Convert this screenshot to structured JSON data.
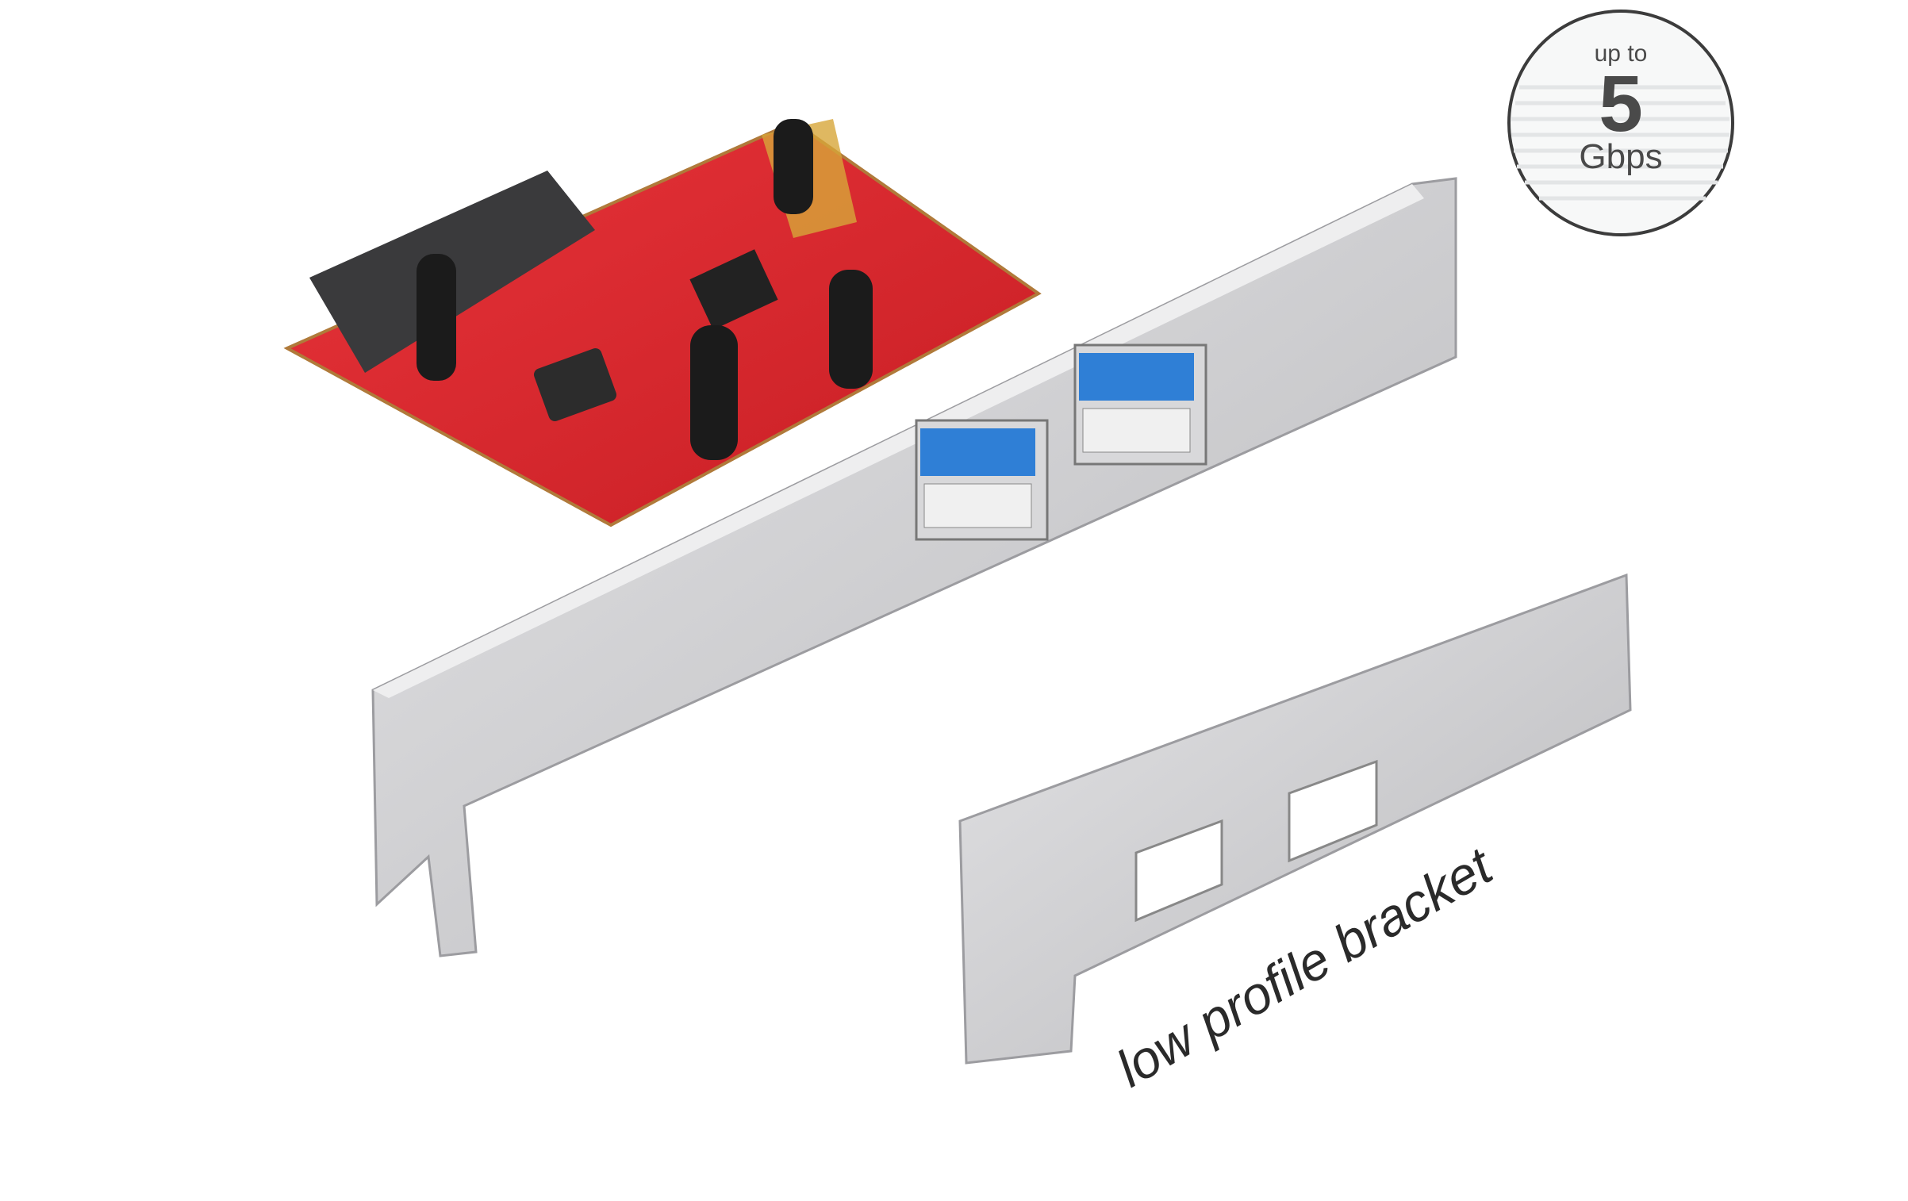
{
  "badge": {
    "prefix": "up to",
    "value": "5",
    "unit": "Gbps"
  },
  "caption": "low profile bracket",
  "colors": {
    "pcb": "#d9262b",
    "bracket": "#c9c9cb",
    "usb_blue": "#2f7fd6",
    "badge_text": "#4a4a4a"
  }
}
